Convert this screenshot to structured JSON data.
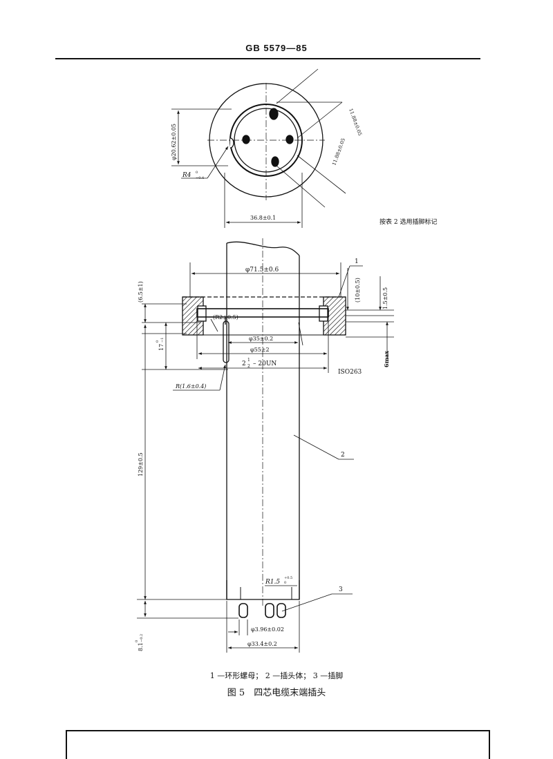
{
  "header": {
    "standard_number": "GB 5579—85"
  },
  "top_view": {
    "dim_diameter_pins": "φ20.62±0.05",
    "dim_radius_key": "R4",
    "dim_radius_key_tol_upper": "0",
    "dim_radius_key_tol_lower": "−0.4",
    "dim_width": "36.8±0.1",
    "dim_pin_spacing_a": "11.88±0.05",
    "dim_pin_spacing_b": "11.88±0.05",
    "pin_marking_note": "按表 2 选用插脚标记"
  },
  "side_view": {
    "dim_nut_outer_dia": "φ71.5±0.6",
    "dim_gap_left": "(6.5±1)",
    "dim_gap_right": "(10±0.5)",
    "dim_small_gap": "1.5±0.5",
    "dim_inner_radius": "(R2±0.5)",
    "dim_body_dia": "φ35±0.2",
    "dim_flange_dia": "φ55±2",
    "dim_thread_prefix": "2",
    "dim_thread_num": "1",
    "dim_thread_den": "2",
    "dim_thread_suffix": "– 20UN",
    "dim_iso": "ISO263",
    "dim_6max": "6max",
    "dim_key_radius": "R(1.6±0.4)",
    "dim_17": "17",
    "dim_17_tol_upper": "0",
    "dim_17_tol_lower": "−1",
    "dim_total_length": "129±0.5",
    "dim_end_radius": "R1.5",
    "dim_end_radius_tol_upper": "+0.5",
    "dim_end_radius_tol_lower": "0",
    "dim_pin_dia": "φ3.96±0.02",
    "dim_bottom_dia": "φ33.4±0.2",
    "dim_pin_length": "8.1",
    "dim_pin_length_tol_upper": "0",
    "dim_pin_length_tol_lower": "−0.2",
    "callout_1": "1",
    "callout_2": "2",
    "callout_3": "3"
  },
  "caption": {
    "legend": "1 —环形螺母； 2 —插头体； 3 —插脚",
    "title": "图 5　四芯电缆末端插头"
  }
}
